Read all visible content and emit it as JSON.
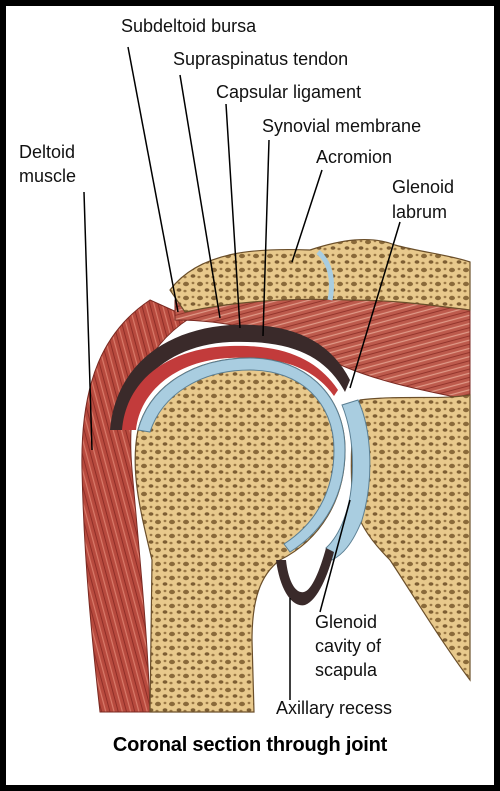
{
  "labels": {
    "subdeltoid_bursa": "Subdeltoid bursa",
    "supraspinatus_tendon": "Supraspinatus tendon",
    "capsular_ligament": "Capsular ligament",
    "synovial_membrane": "Synovial membrane",
    "acromion": "Acromion",
    "glenoid_labrum_1": "Glenoid",
    "glenoid_labrum_2": "labrum",
    "deltoid_1": "Deltoid",
    "deltoid_2": "muscle",
    "glenoid_cavity_1": "Glenoid",
    "glenoid_cavity_2": "cavity of",
    "glenoid_cavity_3": "scapula",
    "axillary_recess": "Axillary recess"
  },
  "caption": "Coronal section through joint",
  "colors": {
    "frame": "#000000",
    "background": "#ffffff",
    "muscle": "#b4473e",
    "bone": "#e6c586",
    "cartilage": "#a9cde0",
    "capsule": "#3a2a2a"
  }
}
